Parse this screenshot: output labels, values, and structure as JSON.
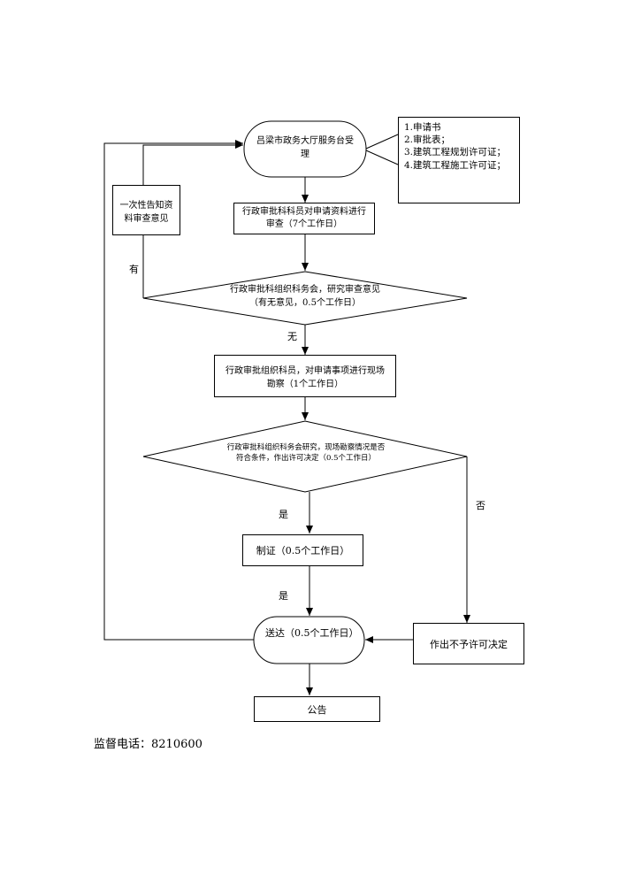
{
  "flowchart": {
    "start": "吕梁市政务大厅服务台受理",
    "required_docs": [
      "1.申请书",
      "2.审批表；",
      "3.建筑工程规划许可证；",
      "4.建筑工程施工许可证；"
    ],
    "notice": "一次性告知资料审查意见",
    "review": "行政审批科科员对申请资料进行审查（7个工作日）",
    "decision1": "行政审批科组织科务会，研究审查意见（有无意见，0.5个工作日）",
    "inspect": "行政审批组织科员，对申请事项进行现场勘察（1个工作日）",
    "decision2": "行政审批科组织科务会研究，现场勘察情况是否符合条件，作出许可决定（0.5个工作日）",
    "certify": "制证（0.5个工作日）",
    "deliver": "送达（0.5个工作日）",
    "reject": "作出不予许可决定",
    "announce": "公告",
    "labels": {
      "has": "有",
      "none": "无",
      "yes1": "是",
      "yes2": "是",
      "no": "否"
    }
  },
  "footer": {
    "supervision": "监督电话：8210600"
  }
}
